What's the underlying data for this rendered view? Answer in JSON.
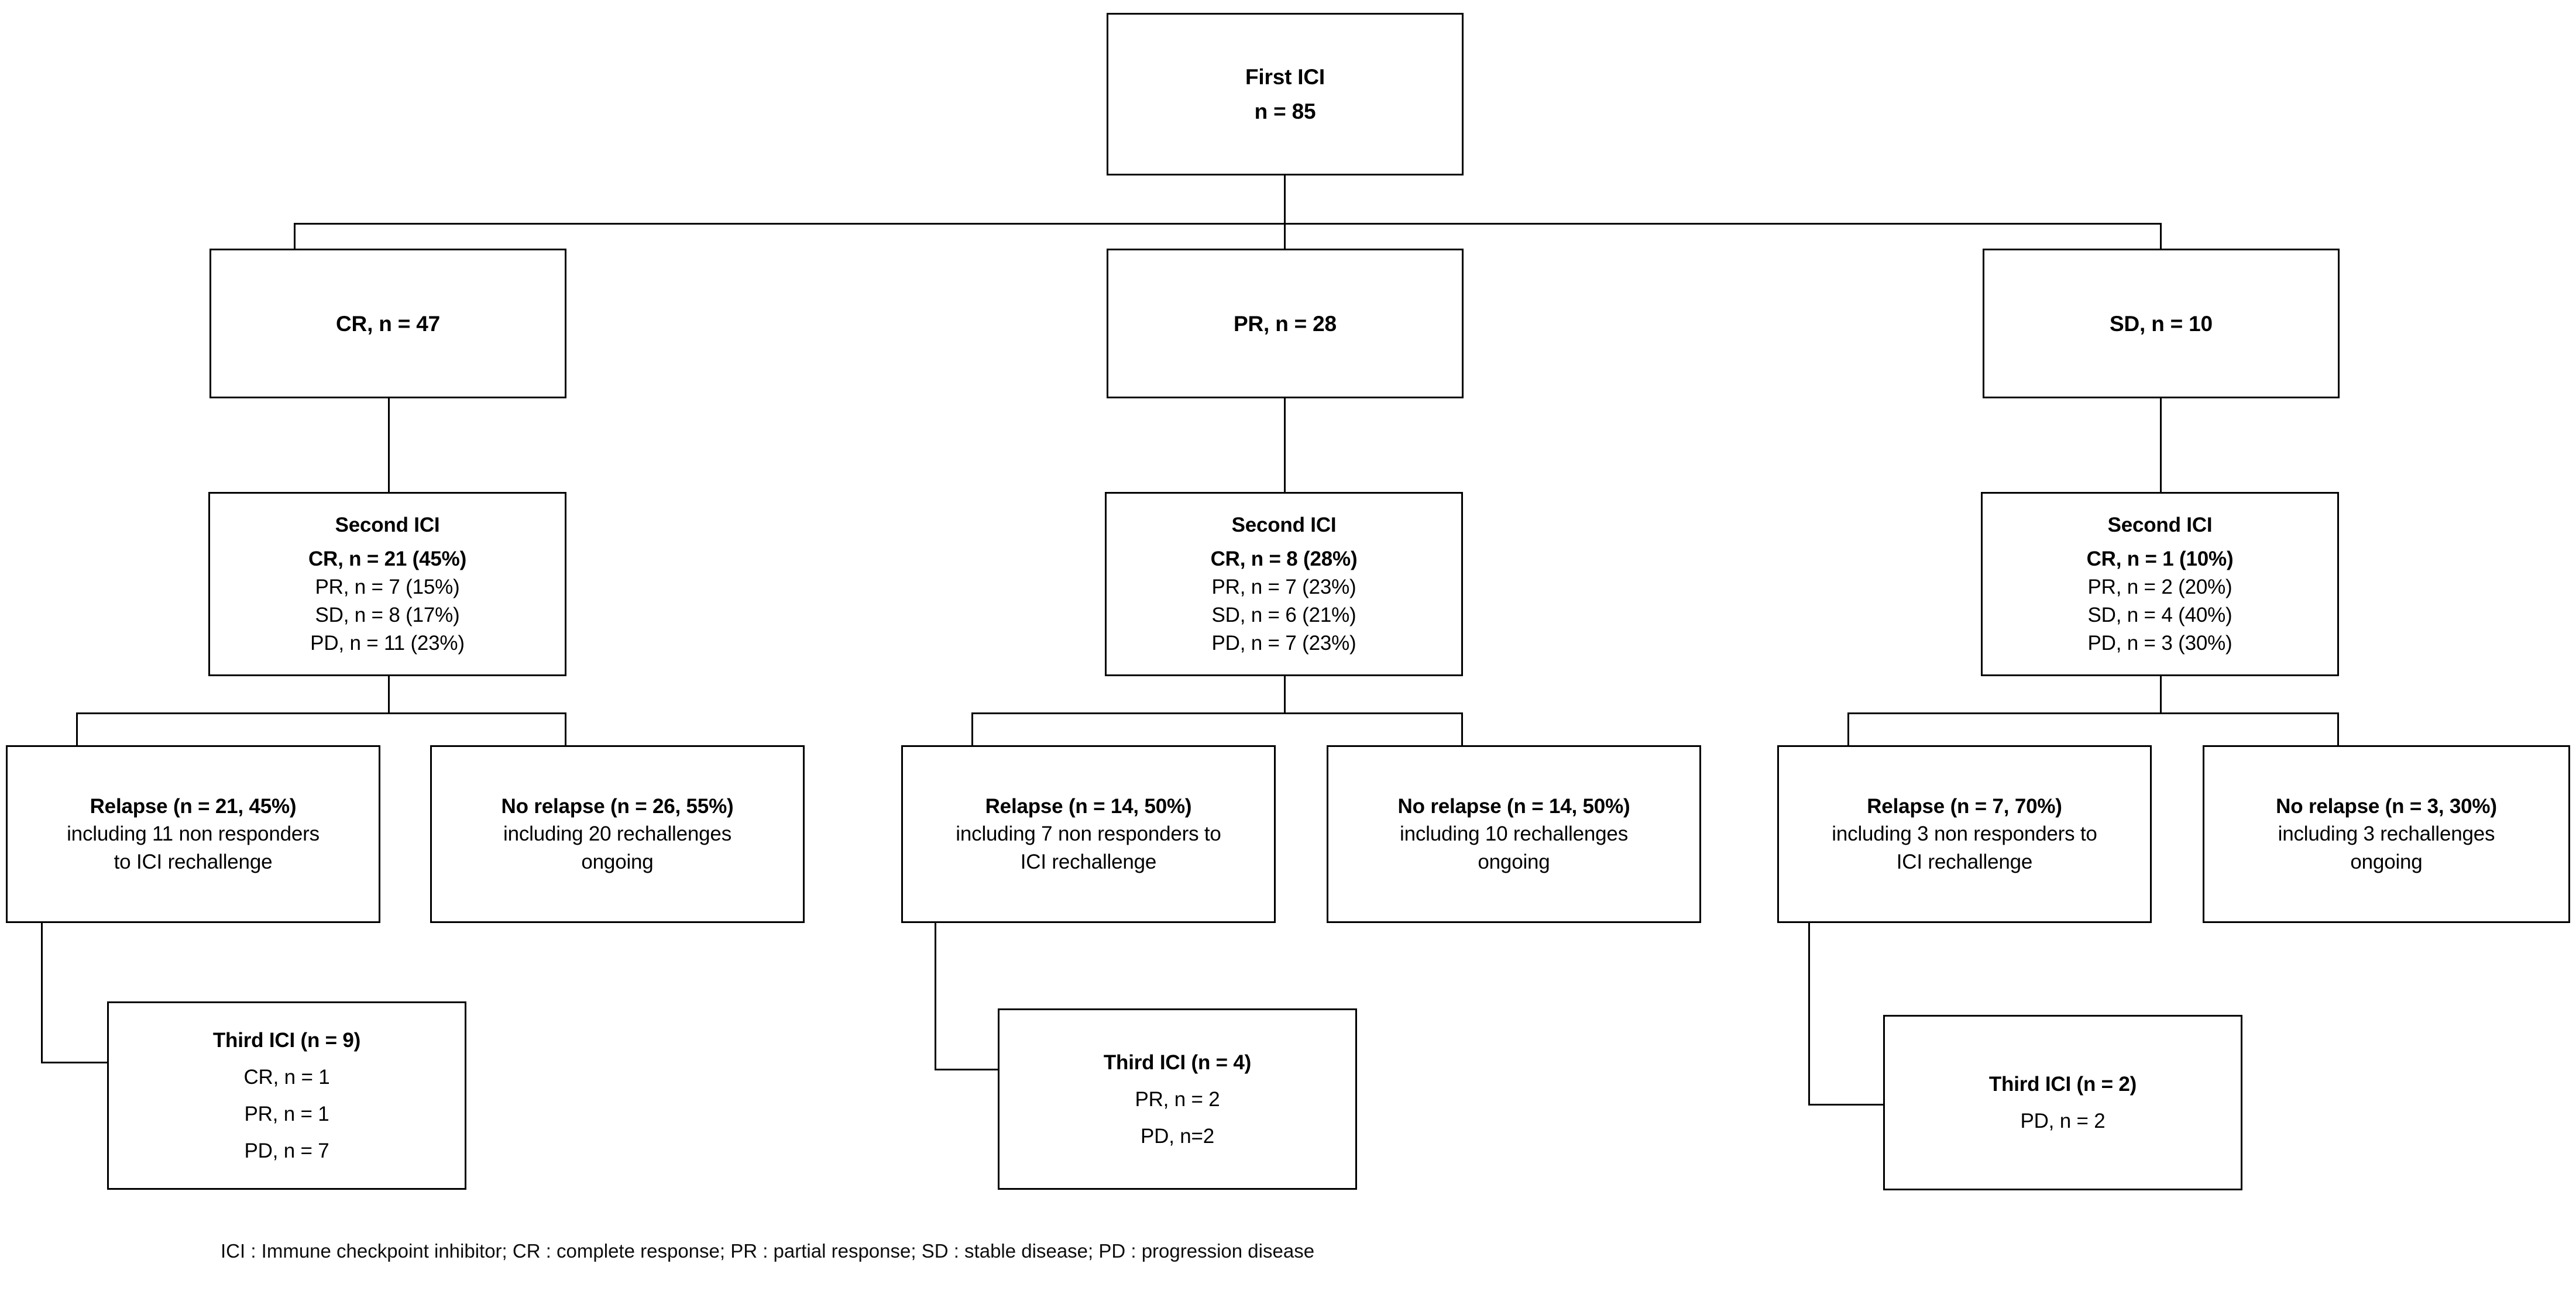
{
  "figure": {
    "type": "clinical-flowchart",
    "title_box": {
      "label": "First ICI",
      "count": "n = 85"
    },
    "response_row": [
      {
        "key": "CR",
        "label": "CR, n = 47"
      },
      {
        "key": "PR",
        "label": "PR, n = 28"
      },
      {
        "key": "SD",
        "label": "SD, n = 10"
      }
    ],
    "second_ici": [
      {
        "header": "Second ICI",
        "cr": "CR, n = 21 (45%)",
        "pr": "PR, n = 7 (15%)",
        "sd": "SD, n = 8 (17%)",
        "pd": "PD, n = 11 (23%)"
      },
      {
        "header": "Second ICI",
        "cr": "CR, n = 8 (28%)",
        "pr": "PR, n = 7 (23%)",
        "sd": "SD, n = 6 (21%)",
        "pd": "PD, n = 7 (23%)"
      },
      {
        "header": "Second ICI",
        "cr": "CR, n = 1 (10%)",
        "pr": "PR, n = 2 (20%)",
        "sd": "SD, n = 4 (40%)",
        "pd": "PD, n = 3 (30%)"
      }
    ],
    "relapse": [
      {
        "header": "Relapse (n = 21, 45%)",
        "detail_line1": "including 11 non responders",
        "detail_line2": "to ICI rechallenge"
      },
      {
        "header": "Relapse (n = 14, 50%)",
        "detail_line1": "including 7 non responders to",
        "detail_line2": "ICI rechallenge"
      },
      {
        "header": "Relapse (n = 7, 70%)",
        "detail_line1": "including 3 non responders to",
        "detail_line2": "ICI rechallenge"
      }
    ],
    "no_relapse": [
      {
        "header": "No relapse (n = 26, 55%)",
        "detail_line1": "including 20 rechallenges",
        "detail_line2": "ongoing"
      },
      {
        "header": "No relapse (n = 14, 50%)",
        "detail_line1": "including 10 rechallenges",
        "detail_line2": "ongoing"
      },
      {
        "header": "No relapse (n = 3, 30%)",
        "detail_line1": "including 3 rechallenges",
        "detail_line2": "ongoing"
      }
    ],
    "third_ici": [
      {
        "header": "Third ICI (n = 9)",
        "line1": "CR, n = 1",
        "line2": "PR, n = 1",
        "line3": "PD, n = 7"
      },
      {
        "header": "Third ICI (n = 4)",
        "line1": "PR, n = 2",
        "line2": "PD, n=2",
        "line3": ""
      },
      {
        "header": "Third ICI (n = 2)",
        "line1": "PD, n = 2",
        "line2": "",
        "line3": ""
      }
    ],
    "footnote": "ICI : Immune  checkpoint inhibitor; CR : complete response; PR : partial response; SD : stable disease; PD : progression disease",
    "colors": {
      "stroke": "#000000",
      "background": "#ffffff",
      "text": "#000000"
    }
  }
}
